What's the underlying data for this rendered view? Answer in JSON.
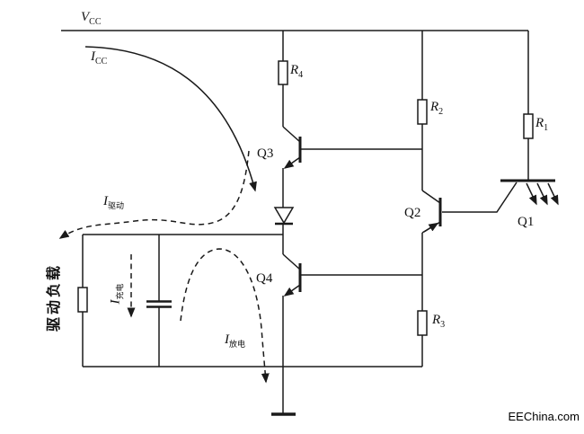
{
  "diagram_type": "circuit-schematic",
  "colors": {
    "line": "#1a1a1a",
    "background": "#ffffff"
  },
  "labels": {
    "vcc": {
      "base": "V",
      "sub": "CC"
    },
    "icc": {
      "base": "I",
      "sub": "CC"
    },
    "idrive": {
      "base": "I",
      "sub": "驱动"
    },
    "icharge": {
      "base": "I",
      "sub": "充电"
    },
    "idischarge": {
      "base": "I",
      "sub": "放电"
    },
    "r1": {
      "base": "R",
      "sub": "1"
    },
    "r2": {
      "base": "R",
      "sub": "2"
    },
    "r3": {
      "base": "R",
      "sub": "3"
    },
    "r4": {
      "base": "R",
      "sub": "4"
    },
    "q1": "Q1",
    "q2": "Q2",
    "q3": "Q3",
    "q4": "Q4",
    "load": "驱动负载",
    "watermark": "EEChina.com"
  }
}
